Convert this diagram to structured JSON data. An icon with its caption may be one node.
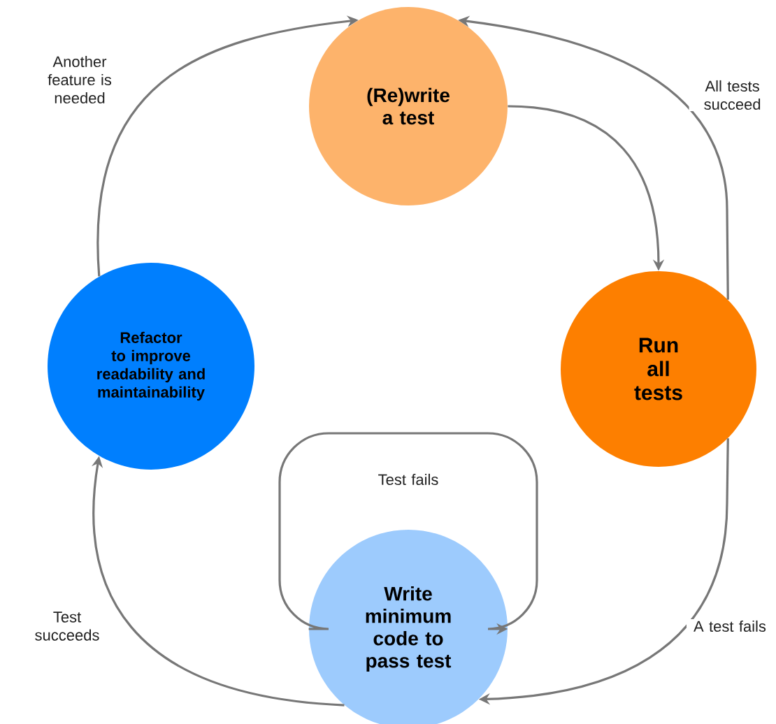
{
  "diagram": {
    "nodes": [
      {
        "text": [
          "(Re)write a test"
        ]
      },
      {
        "text": [
          "Run all tests"
        ]
      },
      {
        "text": [
          "Write minimum code to pass test"
        ]
      },
      {
        "text": [
          "Refactor to improve readability and maintainability"
        ]
      }
    ],
    "edges": [
      {
        "from": 0,
        "to": 1,
        "arrow": "to"
      },
      {
        "from": 1,
        "to": 0,
        "arrow": "to",
        "label": "All tests succeed"
      },
      {
        "from": 1,
        "to": 2,
        "arrow": "to",
        "label": "A test fails"
      },
      {
        "from": 2,
        "to": 2,
        "arrow": "to",
        "label": "Test fails"
      },
      {
        "from": 2,
        "to": 3,
        "arrow": "to",
        "label": "Test succeeds"
      },
      {
        "from": 3,
        "to": 0,
        "arrow": "to",
        "label": "Another feature is needed"
      }
    ]
  }
}
